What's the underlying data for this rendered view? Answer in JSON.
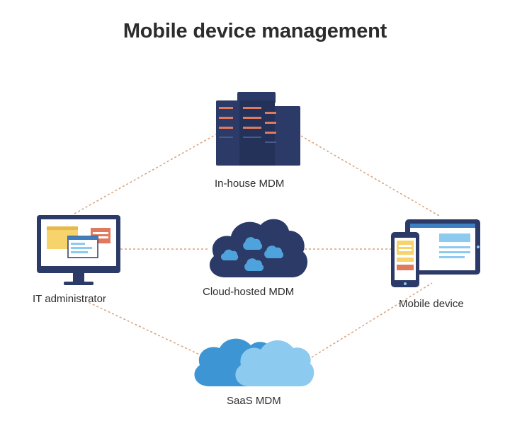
{
  "title": "Mobile device management",
  "nodes": {
    "inhouse": {
      "label": "In-house MDM",
      "icon": "server-rack-icon"
    },
    "cloud": {
      "label": "Cloud-hosted MDM",
      "icon": "cloud-icon"
    },
    "saas": {
      "label": "SaaS MDM",
      "icon": "saas-cloud-icon"
    },
    "admin": {
      "label": "IT administrator",
      "icon": "desktop-monitor-icon"
    },
    "mobile": {
      "label": "Mobile device",
      "icon": "tablet-phone-icon"
    }
  },
  "colors": {
    "navy": "#2b3a67",
    "server_stripe": "#e07a5f",
    "dashed_line": "#d9a07a",
    "cloud_light": "#5fb3e6",
    "cloud_lighter": "#8ccaf0",
    "screen_blue": "#3d7fc0"
  }
}
